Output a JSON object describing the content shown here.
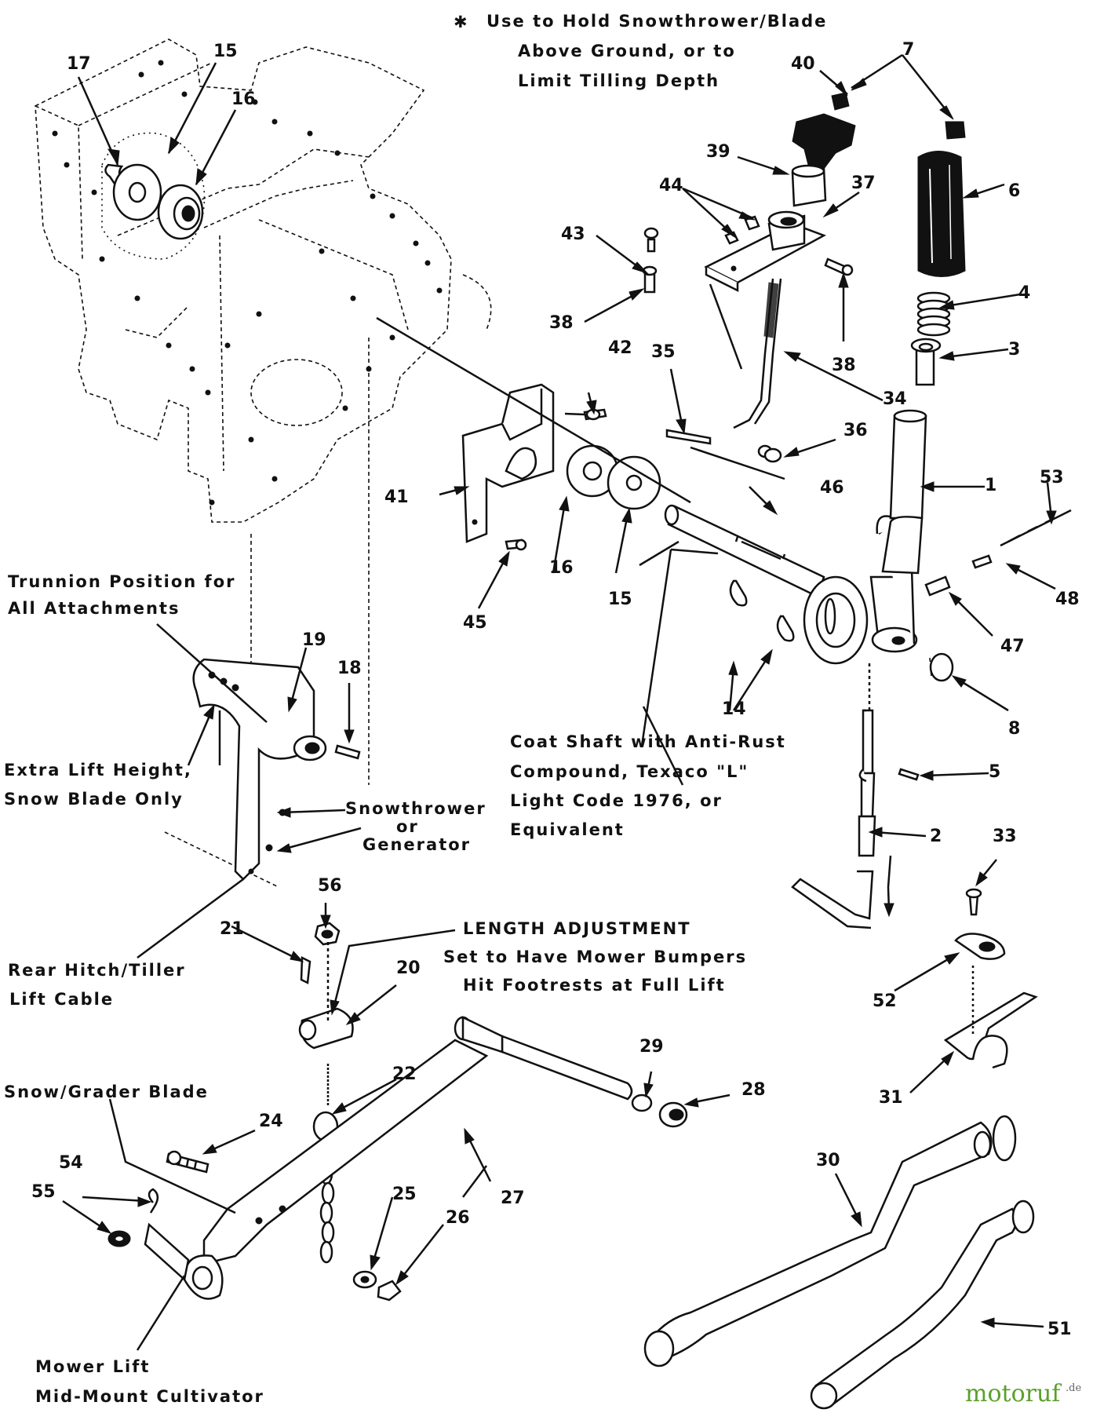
{
  "diagram": {
    "callouts": {
      "c1": "1",
      "c2": "2",
      "c3": "3",
      "c4": "4",
      "c5": "5",
      "c6": "6",
      "c7": "7",
      "c8": "8",
      "c14": "14",
      "c15a": "15",
      "c15b": "15",
      "c16a": "16",
      "c16b": "16",
      "c17": "17",
      "c18": "18",
      "c19": "19",
      "c20": "20",
      "c21": "21",
      "c22": "22",
      "c24": "24",
      "c25": "25",
      "c26": "26",
      "c27": "27",
      "c28": "28",
      "c29": "29",
      "c30": "30",
      "c31": "31",
      "c33": "33",
      "c34": "34",
      "c35": "35",
      "c36": "36",
      "c37": "37",
      "c38a": "38",
      "c38b": "38",
      "c39": "39",
      "c40": "40",
      "c41": "41",
      "c42": "42",
      "c43": "43",
      "c44": "44",
      "c45": "45",
      "c46": "46",
      "c47": "47",
      "c48": "48",
      "c51": "51",
      "c52": "52",
      "c53": "53",
      "c54": "54",
      "c55": "55",
      "c56": "56"
    },
    "notes": {
      "hold_star": "✱",
      "hold_1": "Use to Hold Snowthrower/Blade",
      "hold_2": "Above Ground, or to",
      "hold_3": "Limit Tilling Depth",
      "trunnion_1": "Trunnion Position for",
      "trunnion_2": "All Attachments",
      "extra_1": "Extra Lift Height,",
      "extra_2": "Snow Blade Only",
      "snowthrower_1": "Snowthrower",
      "snowthrower_2": "or",
      "snowthrower_3": "Generator",
      "coat_1": "Coat Shaft with Anti-Rust",
      "coat_2": "Compound, Texaco \"L\"",
      "coat_3": "Light Code 1976, or",
      "coat_4": "Equivalent",
      "length_1": "LENGTH ADJUSTMENT",
      "length_2": "Set to Have Mower Bumpers",
      "length_3": "Hit Footrests at Full Lift",
      "rear_1": "Rear Hitch/Tiller",
      "rear_2": "Lift Cable",
      "snowgrader": "Snow/Grader Blade",
      "mower_1": "Mower Lift",
      "mower_2": "Mid-Mount Cultivator"
    },
    "watermark": {
      "brand": "motoruf",
      "tld": ".de"
    }
  }
}
